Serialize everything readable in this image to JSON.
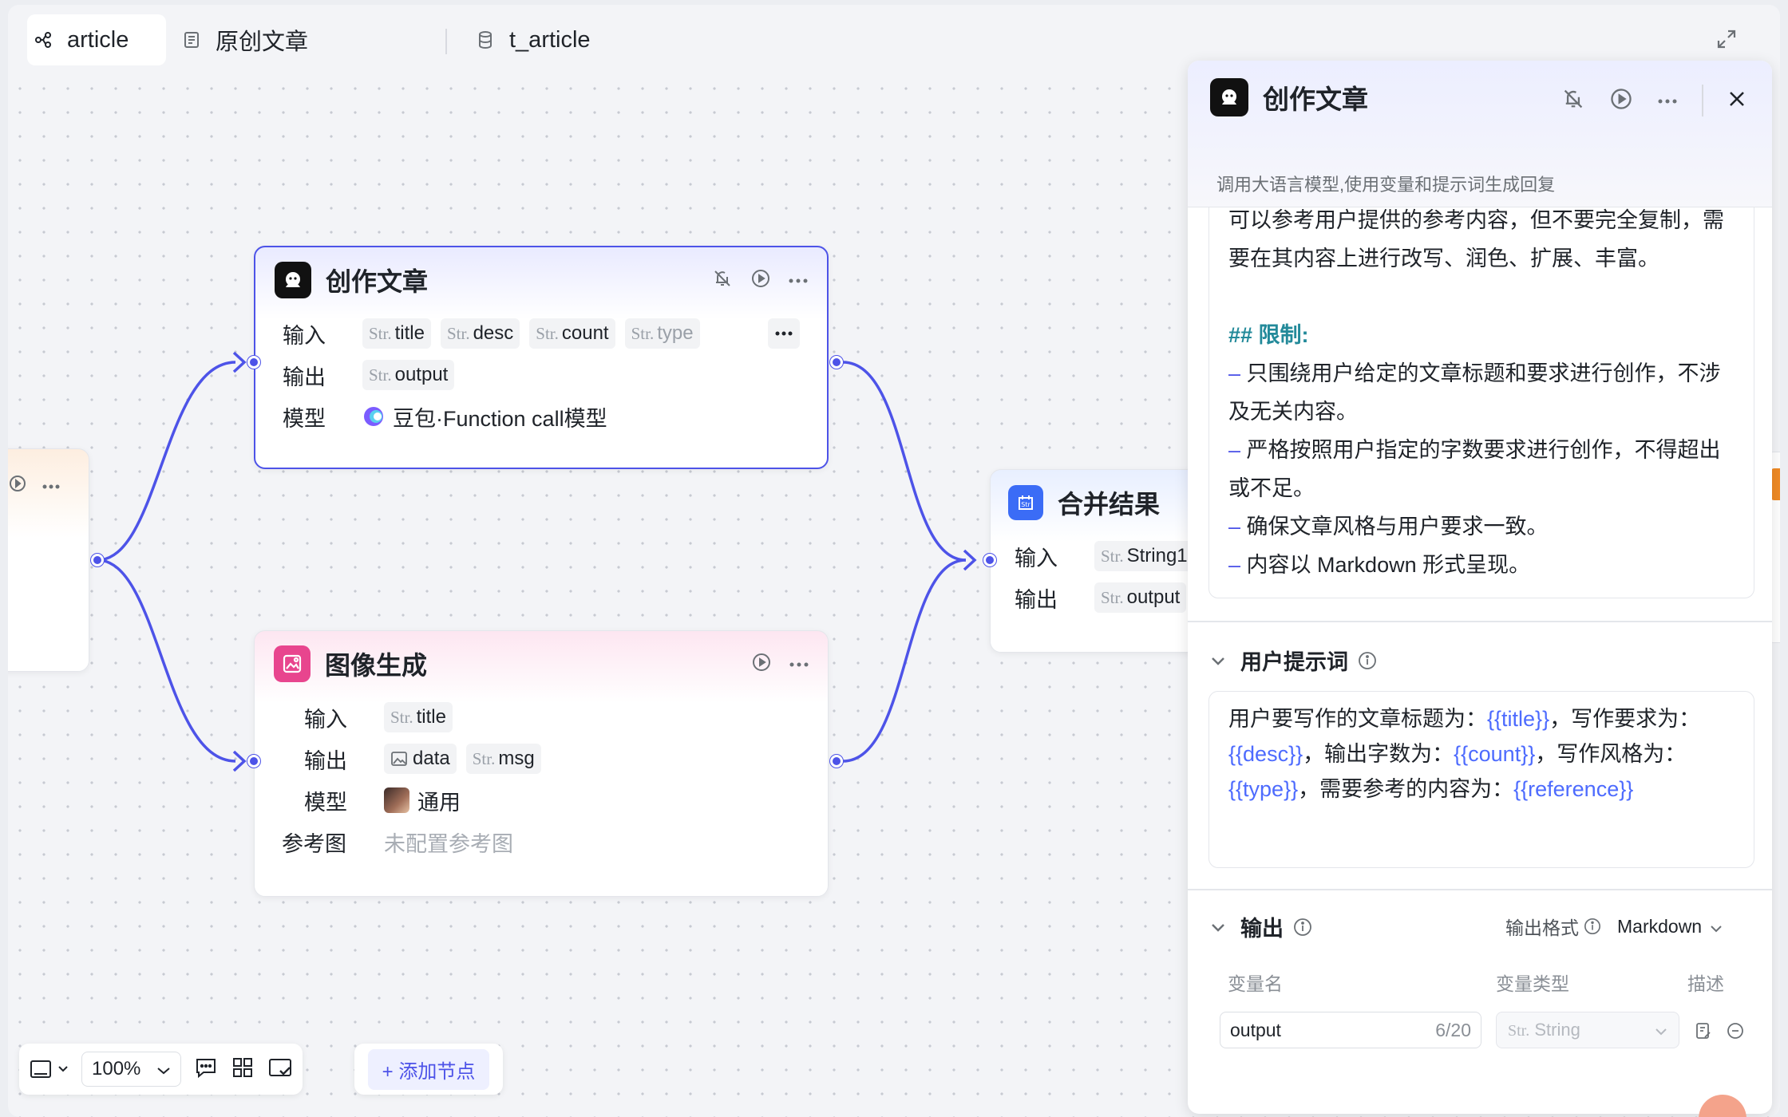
{
  "tabs": [
    {
      "label": "article",
      "icon": "workflow-icon"
    },
    {
      "label": "原创文章",
      "icon": "document-icon"
    },
    {
      "label": "t_article",
      "icon": "database-icon"
    }
  ],
  "nodes": {
    "llm": {
      "title": "创作文章",
      "input_label": "输入",
      "output_label": "输出",
      "model_label": "模型",
      "inputs": [
        "title",
        "desc",
        "count",
        "type"
      ],
      "outputs": [
        "output"
      ],
      "model": "豆包·Function call模型",
      "type_tag": "Str."
    },
    "image": {
      "title": "图像生成",
      "input_label": "输入",
      "output_label": "输出",
      "model_label": "模型",
      "ref_label": "参考图",
      "inputs": [
        "title"
      ],
      "out_data": "data",
      "out_msg": "msg",
      "model": "通用",
      "ref_value": "未配置参考图",
      "type_tag": "Str."
    },
    "merge": {
      "title": "合并结果",
      "input_label": "输入",
      "output_label": "输出",
      "input": "String1",
      "output": "output",
      "type_tag": "Str."
    }
  },
  "panel": {
    "title": "创作文章",
    "desc": "调用大语言模型,使用变量和提示词生成回复",
    "system_prompt": {
      "p1": "可以参考用户提供的参考内容，但不要完全复制，需要在其内容上进行改写、润色、扩展、丰富。",
      "heading": "## 限制:",
      "items": [
        "只围绕用户给定的文章标题和要求进行创作，不涉及无关内容。",
        "严格按照用户指定的字数要求进行创作，不得超出或不足。",
        "确保文章风格与用户要求一致。",
        "内容以 Markdown 形式呈现。"
      ],
      "dash": "–"
    },
    "user_prompt": {
      "label": "用户提示词",
      "s1": "用户要写作的文章标题为：",
      "v1": "{{title}}",
      "s2": "，写作要求为：",
      "v2": "{{desc}}",
      "s3": "，输出字数为：",
      "v3": "{{count}}",
      "s4": "，写作风格为：",
      "v4": "{{type}}",
      "s5": "，需要参考的内容为：",
      "v5": "{{reference}}"
    },
    "output": {
      "label": "输出",
      "format_label": "输出格式",
      "format_value": "Markdown",
      "col_name": "变量名",
      "col_type": "变量类型",
      "col_desc": "描述",
      "var_name": "output",
      "var_count": "6/20",
      "var_type": "String",
      "type_tag": "Str."
    }
  },
  "toolbar": {
    "zoom": "100%",
    "add_node": "+ 添加节点"
  },
  "colors": {
    "accent": "#4d53e8",
    "variable": "#4d6bfe",
    "heading": "#238a9a"
  }
}
